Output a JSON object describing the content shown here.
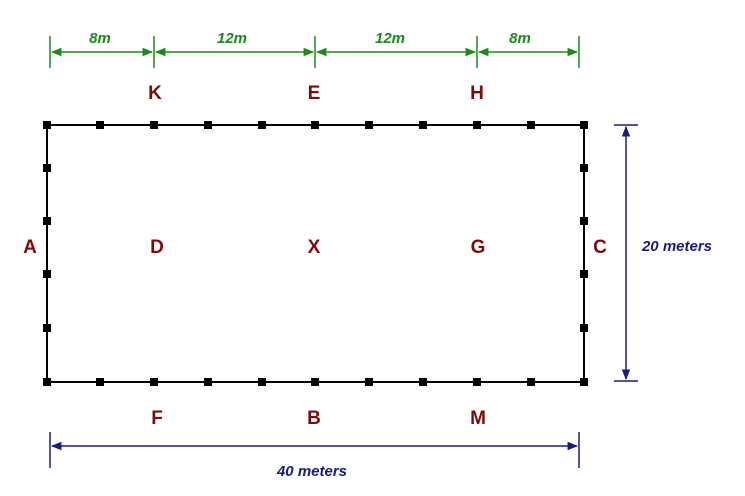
{
  "colors": {
    "letter": "#7b0c0c",
    "top_dimension": "#1a8a1a",
    "main_dimension": "#1a1a80",
    "border": "#000000",
    "marker": "#000000"
  },
  "top_dimensions": [
    "8m",
    "12m",
    "12m",
    "8m"
  ],
  "letters": {
    "K": "K",
    "E": "E",
    "H": "H",
    "A": "A",
    "D": "D",
    "X": "X",
    "G": "G",
    "C": "C",
    "F": "F",
    "B": "B",
    "M": "M"
  },
  "width_label": "40 meters",
  "height_label": "20 meters"
}
